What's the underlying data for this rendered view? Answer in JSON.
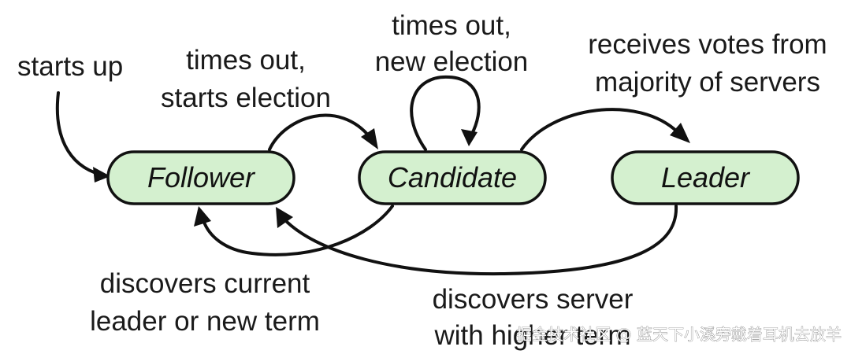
{
  "states": {
    "follower": "Follower",
    "candidate": "Candidate",
    "leader": "Leader"
  },
  "transitions": {
    "starts_up": "starts up",
    "times_out_starts_election": [
      "times out,",
      "starts election"
    ],
    "times_out_new_election": [
      "times out,",
      "new election"
    ],
    "receives_votes": [
      "receives votes from",
      "majority of servers"
    ],
    "discovers_current_leader": [
      "discovers current",
      "leader or new term"
    ],
    "discovers_higher_term": [
      "discovers server",
      "with higher term"
    ]
  },
  "watermark": "掘金技术社区 @ 蓝天下小溪旁戴着耳机去放羊",
  "colors": {
    "state_fill": "#d4f0cf",
    "stroke": "#111111",
    "text": "#1a1a1a"
  }
}
